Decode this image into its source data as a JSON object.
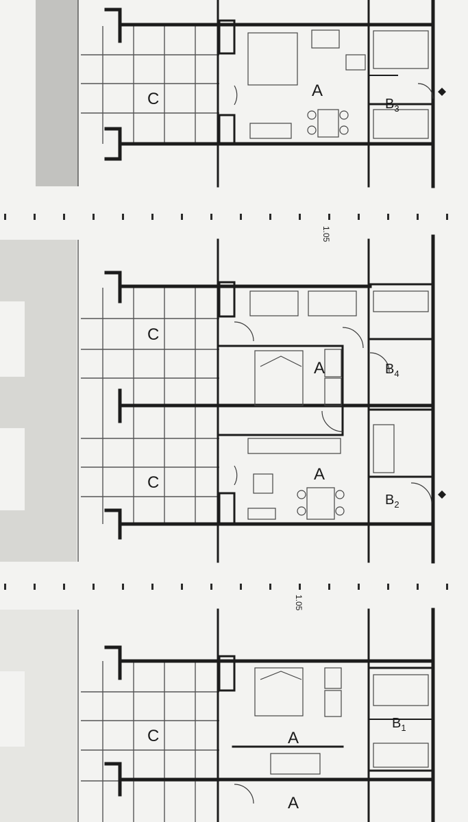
{
  "rooms": {
    "unit_top": {
      "a": "A",
      "b": "B3",
      "b_main": "B",
      "b_sub": "3",
      "c": "C"
    },
    "unit_mid_1": {
      "a": "A",
      "b": "B4",
      "b_main": "B",
      "b_sub": "4",
      "c": "C"
    },
    "unit_mid_2": {
      "a": "A",
      "b": "B2",
      "b_main": "B",
      "b_sub": "2",
      "c": "C"
    },
    "unit_bottom": {
      "a1": "A",
      "a2": "A",
      "b": "B1",
      "b_main": "B",
      "b_sub": "1",
      "c": "C"
    }
  },
  "dimensions": {
    "upper": "1.05",
    "lower": "1.05"
  },
  "colors": {
    "ink": "#1c1c1c",
    "paper": "#f3f3f1",
    "hatch": "#b9b9b6"
  }
}
